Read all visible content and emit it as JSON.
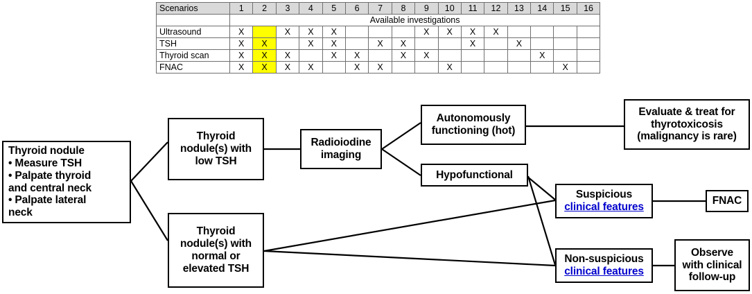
{
  "table": {
    "corner_label": "Scenarios",
    "columns": [
      "1",
      "2",
      "3",
      "4",
      "5",
      "6",
      "7",
      "8",
      "9",
      "10",
      "11",
      "12",
      "13",
      "14",
      "15",
      "16"
    ],
    "section_label": "Available investigations",
    "mark": "X",
    "highlight_column": 2,
    "highlight_color": "#ffff00",
    "header_bg": "#d9d9d9",
    "rows": [
      {
        "label": "Ultrasound",
        "cells": [
          "X",
          "",
          "X",
          "X",
          "X",
          "",
          "",
          "",
          "X",
          "X",
          "X",
          "X",
          "",
          "",
          "",
          ""
        ]
      },
      {
        "label": "TSH",
        "cells": [
          "X",
          "X",
          "",
          "X",
          "X",
          "",
          "X",
          "X",
          "",
          "",
          "X",
          "",
          "X",
          "",
          "",
          ""
        ]
      },
      {
        "label": "Thyroid scan",
        "cells": [
          "X",
          "X",
          "X",
          "",
          "X",
          "X",
          "",
          "X",
          "X",
          "",
          "",
          "",
          "",
          "X",
          "",
          ""
        ]
      },
      {
        "label": "FNAC",
        "cells": [
          "X",
          "X",
          "X",
          "X",
          "",
          "X",
          "X",
          "",
          "",
          "X",
          "",
          "",
          "",
          "",
          "X",
          ""
        ]
      }
    ]
  },
  "flow": {
    "link_color": "#0000cc",
    "nodes": {
      "start": {
        "title": "Thyroid nodule",
        "bullets": [
          "• Measure TSH",
          "• Palpate thyroid",
          "   and central neck",
          "• Palpate lateral",
          "   neck"
        ]
      },
      "low_tsh": {
        "lines": [
          "Thyroid",
          "nodule(s) with",
          "low TSH"
        ]
      },
      "radioiodine": {
        "lines": [
          "Radioiodine",
          "imaging"
        ]
      },
      "hot": {
        "lines": [
          "Autonomously",
          "functioning (hot)"
        ]
      },
      "evaluate": {
        "lines": [
          "Evaluate & treat for",
          "thyrotoxicosis",
          "(malignancy is rare)"
        ]
      },
      "hypofunctional": {
        "lines": [
          "Hypofunctional"
        ]
      },
      "normal_tsh": {
        "lines": [
          "Thyroid",
          "nodule(s) with",
          "normal or",
          "elevated TSH"
        ]
      },
      "suspicious": {
        "line1": "Suspicious",
        "link": "clinical features"
      },
      "nonsuspicious": {
        "line1": "Non-suspicious",
        "link": "clinical features"
      },
      "fnac": {
        "lines": [
          "FNAC"
        ]
      },
      "observe": {
        "lines": [
          "Observe",
          "with clinical",
          "follow-up"
        ]
      }
    }
  }
}
